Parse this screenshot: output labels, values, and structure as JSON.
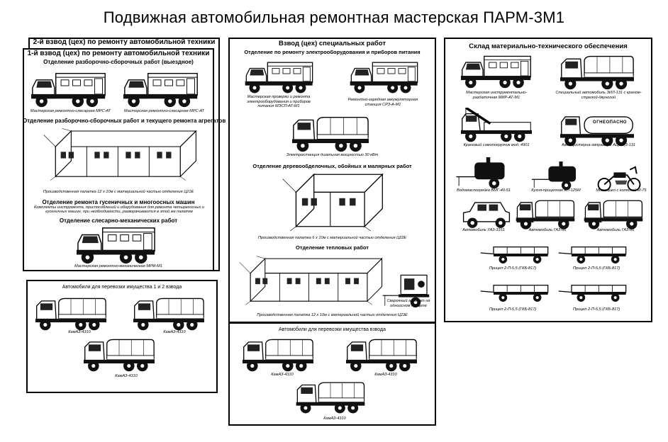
{
  "page": {
    "title": "Подвижная автомобильная ремонтная мастерская ПАРМ-3М1"
  },
  "platoon2": {
    "heading": "2-й взвод (цех) по ремонту автомобильной техники"
  },
  "platoon1": {
    "heading": "1-й взвод (цех) по ремонту автомобильной техники",
    "section_disassembly": "Отделение разборочно-сборочных работ (выездное)",
    "cap_mrs_1": "Мастерская ремонтно-слесарная МРС-АТ",
    "cap_mrs_2": "Мастерская ремонтно-слесарная МРС-АТ",
    "section_units": "Отделение разборочно-сборочных работ и текущего ремонта агрегатов",
    "cap_tent_c21e": "Производственная палатка 12 х 10м с материальной частью отделения Ц21Е",
    "section_tracked": "Отделение ремонта гусеничных и многоосных машин",
    "note_tracked": "Комплекты инструмента, приспособлений и оборудования для ремонта четырехосных и гусеничных машин, при необходимости, разворачиваются в этой же палатке",
    "section_mechanical": "Отделение слесарно-механических работ",
    "cap_mrm": "Мастерская ремонтно-механическая МРМ-М1"
  },
  "transport12": {
    "heading": "Автомобили для перевозки имущества 1 и 2 взвода",
    "cap_1": "КамАЗ-4310",
    "cap_2": "КамАЗ-4310",
    "cap_3": "КамАЗ-4310"
  },
  "special": {
    "heading": "Взвод (цех) специальных работ",
    "section_electrical": "Отделение по ремонту электрооборудования и приборов питания",
    "cap_mespa": "Мастерская проверки и ремонта электрооборудования и приборов питания МЭСП-АТ-М1",
    "cap_sr3": "Ремонтно-зарядная аккумуляторная станция СРЗ-А-М1",
    "cap_power": "Электростанция дизельная мощностью 30 кВт",
    "section_body": "Отделение деревообделочных, обойных и малярных работ",
    "cap_tent_c22e": "Производственная палатка 6 х 10м с материальной частью отделения Ц22Е",
    "section_heat": "Отделение тепловых работ",
    "cap_tent_c23e": "Производственная палатка 12 х 10м с материальной частью отделения Ц23Е",
    "cap_welder": "Сварочный агрегат на одноосном прицепе"
  },
  "transport_platoon": {
    "heading": "Автомобили для перевозки имущества взвода",
    "cap_1": "КамАЗ-4310",
    "cap_2": "КамАЗ-4310",
    "cap_3": "КамАЗ-4310"
  },
  "warehouse": {
    "heading": "Склад материально-технического обеспечения",
    "cap_mir": "Мастерская инструментально-раздаточная МИР-АТ-М1",
    "cap_zil": "Специальный автомобиль ЗИЛ-131 с краном-стрелой-двуногой",
    "cap_crane": "Крановый самопогрузчик мод. 4901",
    "cap_tanker": "Автоцистерна-заправщик АЦ3-4,3-131",
    "tanker_label": "ОГНЕОПАСНО",
    "cap_boiler": "Водомаслогрейка ВМГ-40-51",
    "cap_kitchen": "Кухня-прицепная КП-125М",
    "cap_moto": "Мотоцикл с коляской М-75",
    "cap_uaz": "Автомобиль УАЗ-3151",
    "cap_gaz_1": "Автомобиль ГАЗ-66",
    "cap_gaz_2": "Автомобиль ГАЗ-66",
    "cap_trailer_1": "Прицеп 2-П-5,5 (ГКБ-817)",
    "cap_trailer_2": "Прицеп 2-П-5,5 (ГКБ-817)",
    "cap_trailer_3": "Прицеп 2-П-5,5 (ГКБ-817)",
    "cap_trailer_4": "Прицеп 2-П-5,5 (ГКБ-817)"
  }
}
